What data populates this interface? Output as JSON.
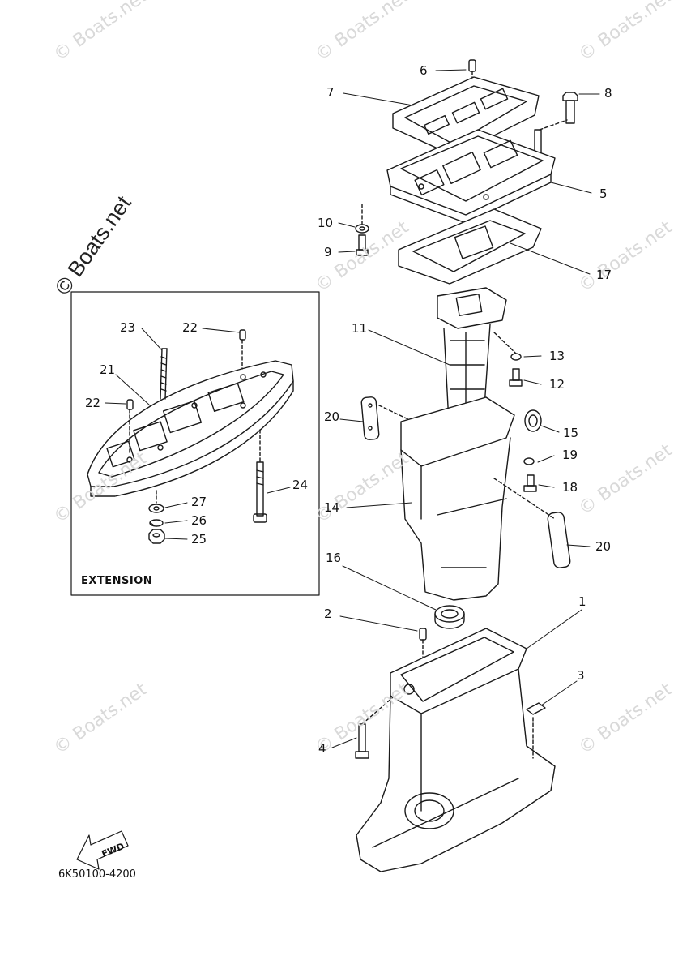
{
  "watermark": "© Boats.net",
  "watermark_big": "© Boats.net",
  "extension_label": "EXTENSION",
  "fwd_label": "FWD",
  "diagram_code": "6K50100-4200",
  "callouts": {
    "c1": "1",
    "c2": "2",
    "c3": "3",
    "c4": "4",
    "c5": "5",
    "c6": "6",
    "c7": "7",
    "c8": "8",
    "c9": "9",
    "c10": "10",
    "c11": "11",
    "c12": "12",
    "c13": "13",
    "c14": "14",
    "c15": "15",
    "c16": "16",
    "c17": "17",
    "c18": "18",
    "c19": "19",
    "c20a": "20",
    "c20b": "20",
    "c21": "21",
    "c22a": "22",
    "c22b": "22",
    "c23": "23",
    "c24": "24",
    "c25": "25",
    "c26": "26",
    "c27": "27"
  }
}
